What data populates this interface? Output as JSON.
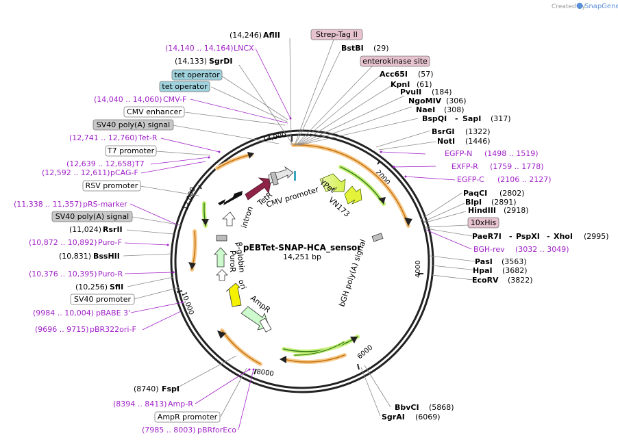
{
  "credit": {
    "prefix": "Created by",
    "brand": "SnapGene"
  },
  "plasmid": {
    "name": "pEBTet-SNAP-HCA_sensor",
    "length": "14,251 bp"
  },
  "ticks": {
    "t2000": "2000",
    "t4000": "4000",
    "t6000": "6000",
    "t8000": "8000",
    "t10000": "10,000",
    "t12000": "12,000",
    "t14000": "14,000"
  },
  "labels": {
    "afl": {
      "pos": "(14,246)",
      "name": "AflII"
    },
    "strep": "Strep-Tag II",
    "lncx": {
      "pos": "(14,140 .. 14,164)",
      "name": "LNCX"
    },
    "bstbi": {
      "name": "BstBI",
      "pos": "(29)"
    },
    "sgrdi": {
      "pos": "(14,133)",
      "name": "SgrDI"
    },
    "entero": "enterokinase site",
    "tetop1": "tet operator",
    "acc65": {
      "name": "Acc65I",
      "pos": "(57)"
    },
    "tetop2": "tet operator",
    "kpn": {
      "name": "KpnI",
      "pos": "(61)"
    },
    "pvu": {
      "name": "PvuII",
      "pos": "(184)"
    },
    "cmvf": {
      "pos": "(14,040 .. 14,060)",
      "name": "CMV-F"
    },
    "ngo": {
      "name": "NgoMIV",
      "pos": "(306)"
    },
    "cmvenh": "CMV enhancer",
    "nae": {
      "name": "NaeI",
      "pos": "(308)"
    },
    "bspqi": {
      "name": "BspQI",
      "sep": "-",
      "name2": "SapI",
      "pos": "(317)"
    },
    "sv40pa1": "SV40 poly(A) signal",
    "bsrgi": {
      "name": "BsrGI",
      "pos": "(1322)"
    },
    "tetr": {
      "pos": "(12,741 .. 12,760)",
      "name": "Tet-R"
    },
    "noti": {
      "name": "NotI",
      "pos": "(1446)"
    },
    "t7prom": "T7 promoter",
    "egfpn": {
      "name": "EGFP-N",
      "pos": "(1498 .. 1519)"
    },
    "t7": {
      "pos": "(12,639 .. 12,658)",
      "name": "T7"
    },
    "exfpr": {
      "name": "EXFP-R",
      "pos": "(1759 .. 1778)"
    },
    "pcag": {
      "pos": "(12,592 .. 12,611)",
      "name": "pCAG-F"
    },
    "egfpc": {
      "name": "EGFP-C",
      "pos": "(2106 .. 2127)"
    },
    "rsv": "RSV promoter",
    "paqci": {
      "name": "PaqCI",
      "pos": "(2802)"
    },
    "prs": {
      "pos": "(11,338 .. 11,357)",
      "name": "pRS-marker"
    },
    "blpi": {
      "name": "BlpI",
      "pos": "(2891)"
    },
    "sv40pa2": "SV40 poly(A) signal",
    "hind": {
      "name": "HindIII",
      "pos": "(2918)"
    },
    "rsrii": {
      "pos": "(11,024)",
      "name": "RsrII"
    },
    "his": "10xHis",
    "purof": {
      "pos": "(10,872 .. 10,892)",
      "name": "Puro-F"
    },
    "paer7i": {
      "name": "PaeR7I",
      "sep1": "-",
      "name2": "PspXI",
      "sep2": "-",
      "name3": "XhoI",
      "pos": "(2995)"
    },
    "bsshii": {
      "pos": "(10,831)",
      "name": "BssHII"
    },
    "bghrev": {
      "name": "BGH-rev",
      "pos": "(3032 .. 3049)"
    },
    "pasi": {
      "name": "PasI",
      "pos": "(3563)"
    },
    "puror_p": {
      "pos": "(10,376 .. 10,395)",
      "name": "Puro-R"
    },
    "hpai": {
      "name": "HpaI",
      "pos": "(3682)"
    },
    "sfii": {
      "pos": "(10,256)",
      "name": "SfiI"
    },
    "ecorv": {
      "name": "EcoRV",
      "pos": "(3822)"
    },
    "sv40prom": "SV40 promoter",
    "pbabe": {
      "pos": "(9984 .. 10,004)",
      "name": "pBABE 3'"
    },
    "pbr322": {
      "pos": "(9696 .. 9715)",
      "name": "pBR322ori-F"
    },
    "bbvci": {
      "name": "BbvCI",
      "pos": "(5868)"
    },
    "fspi": {
      "pos": "(8740)",
      "name": "FspI"
    },
    "sgrai": {
      "name": "SgrAI",
      "pos": "(6069)"
    },
    "ampr_p": {
      "pos": "(8394 .. 8413)",
      "name": "Amp-R"
    },
    "amprprom": "AmpR promoter",
    "pbrfor": {
      "pos": "(7985 .. 8003)",
      "name": "pBRforEco"
    }
  },
  "features": {
    "tetr": "TetR",
    "cmv": "CMV promoter",
    "ypet": "YPet",
    "vn173": "VN173",
    "bgh": "bGH poly(A) signal",
    "intron": "intron",
    "bglobin": "β-globin",
    "puror": "PuroR",
    "ori": "ori",
    "ampr": "AmpR"
  },
  "colors": {
    "purple": "#a020c8",
    "orange": "#e08a1e",
    "green": "#3a8a1a",
    "brand": "#5b8fd9",
    "tag_pink": "#e6c3cf",
    "tag_teal": "#9fd2dc",
    "tag_gray": "#c8c8c8"
  }
}
